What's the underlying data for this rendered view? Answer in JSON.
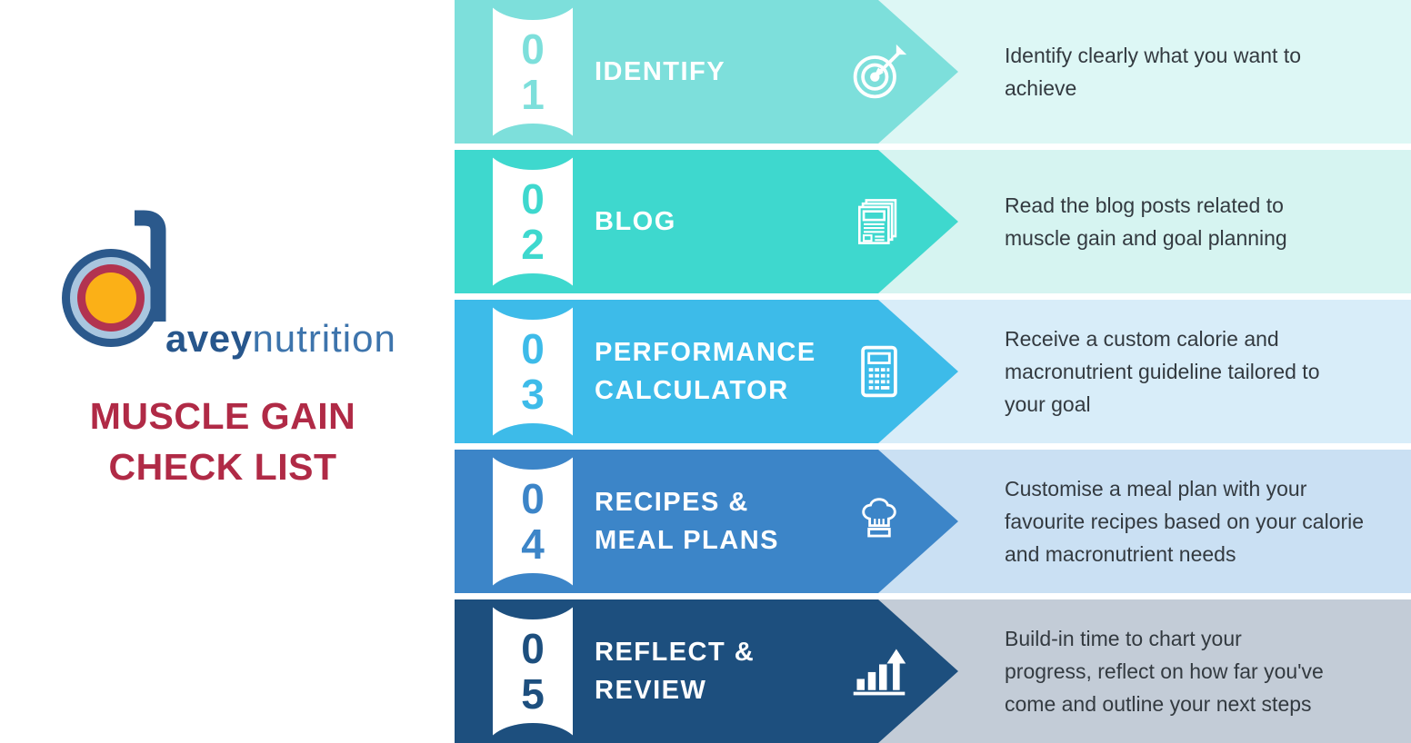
{
  "brand": {
    "name_bold": "avey",
    "name_light": "nutrition",
    "title_line1": "MUSCLE GAIN",
    "title_line2": "CHECK LIST",
    "title_color": "#B02A46",
    "logo_colors": {
      "blue": "#2B598C",
      "light_blue": "#A9C6DF",
      "red": "#B23350",
      "yellow": "#FBB017"
    }
  },
  "steps": [
    {
      "num_top": "0",
      "num_bottom": "1",
      "title": "IDENTIFY",
      "icon": "target-icon",
      "banner_color": "#7DDFDB",
      "desc_bg": "#DDF7F5",
      "description": "Identify clearly what you want to achieve"
    },
    {
      "num_top": "0",
      "num_bottom": "2",
      "title": "BLOG",
      "icon": "newspaper-icon",
      "banner_color": "#3ED8CE",
      "desc_bg": "#D6F4F1",
      "description": "Read the blog posts related to muscle gain and goal planning"
    },
    {
      "num_top": "0",
      "num_bottom": "3",
      "title": "PERFORMANCE CALCULATOR",
      "icon": "calculator-icon",
      "banner_color": "#3DBBE9",
      "desc_bg": "#D8EDF9",
      "description": "Receive a custom calorie and macronutrient guideline tailored to your goal"
    },
    {
      "num_top": "0",
      "num_bottom": "4",
      "title": "RECIPES & MEAL PLANS",
      "icon": "chef-hat-icon",
      "banner_color": "#3C85C8",
      "desc_bg": "#CAE0F3",
      "description": "Customise a meal plan with your favourite recipes based on your calorie and macronutrient needs"
    },
    {
      "num_top": "0",
      "num_bottom": "5",
      "title": "REFLECT & REVIEW",
      "icon": "bar-chart-icon",
      "banner_color": "#1D4F7E",
      "desc_bg": "#C3CCD7",
      "description": "Build-in time to chart your progress, reflect on how far you've come and outline your next steps"
    }
  ],
  "text_color": "#333A40"
}
